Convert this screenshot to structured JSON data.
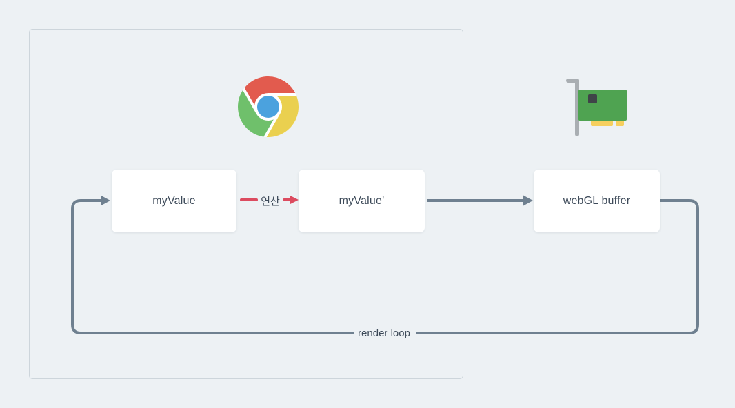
{
  "nodes": {
    "my_value": {
      "label": "myValue"
    },
    "my_value_prime": {
      "label": "myValue'"
    },
    "webgl_buffer": {
      "label": "webGL buffer"
    }
  },
  "edges": {
    "operation": {
      "label": "연산"
    },
    "render_loop": {
      "label": "render loop"
    }
  },
  "icons": {
    "browser": "chrome-icon",
    "gpu": "gpu-card-icon"
  },
  "colors": {
    "background": "#edf1f4",
    "boundary_border": "#cdd5db",
    "node_background": "#ffffff",
    "text": "#3d4a59",
    "connector": "#6f8090",
    "operation_accent": "#dc4b5f",
    "chrome_red": "#e25b4e",
    "chrome_green": "#6fc06b",
    "chrome_yellow": "#ead04f",
    "chrome_blue": "#4ba2de",
    "gpu_green": "#4fa351",
    "gpu_bracket": "#a9aeb2",
    "gpu_pin_yellow": "#f6cf5e",
    "gpu_chip": "#3f4448"
  }
}
